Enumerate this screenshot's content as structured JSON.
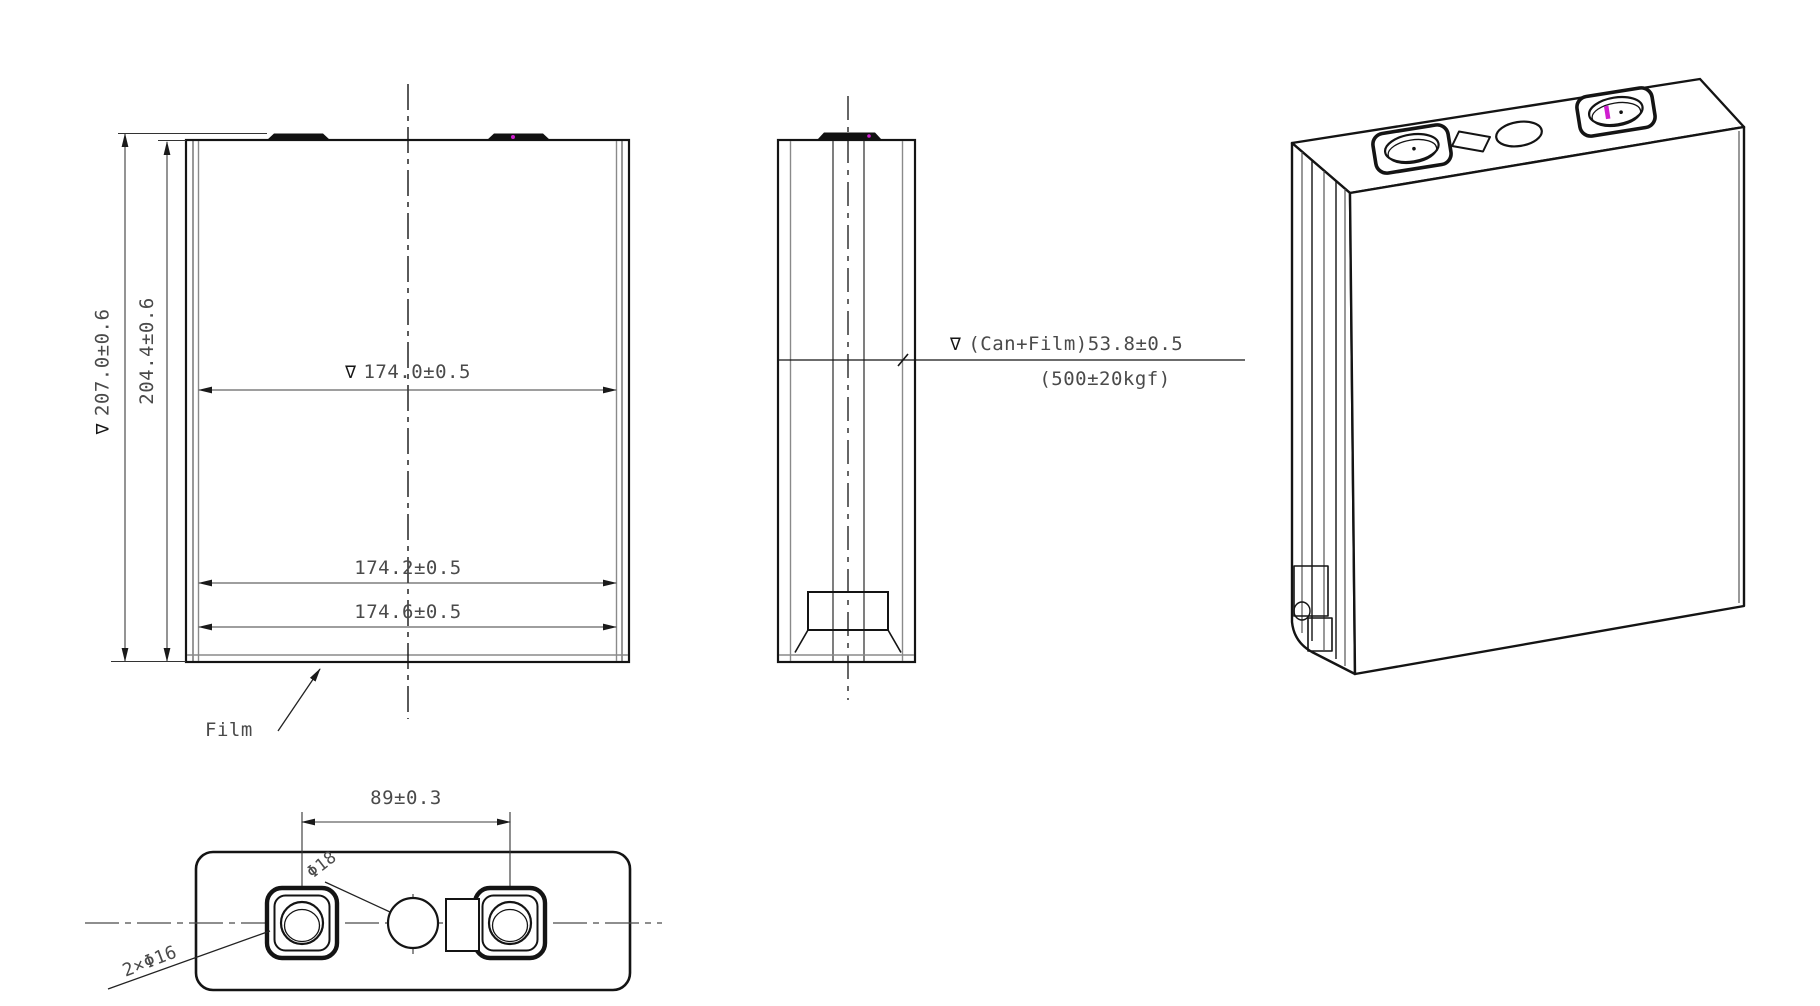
{
  "drawing": {
    "front_view": {
      "height_total": {
        "symbol": "∇",
        "value": "207.0±0.6"
      },
      "height_can": {
        "value": "204.4±0.6"
      },
      "width_top": {
        "symbol": "∇",
        "value": "174.0±0.5"
      },
      "width_mid": {
        "value": "174.2±0.5"
      },
      "width_bot": {
        "value": "174.6±0.5"
      },
      "film_label": "Film"
    },
    "side_view": {
      "thickness": {
        "symbol": "∇",
        "value": "(Can+Film)53.8±0.5"
      },
      "force": "(500±20kgf)"
    },
    "bottom_view": {
      "terminal_pitch": "89±0.3",
      "vent_diameter": "Φ18",
      "terminal_diameter": "2×Φ16"
    }
  },
  "colors": {
    "line": "#141414",
    "gray_line": "#8a8a8a",
    "dim_text": "#4a4a4a",
    "magenta": "#cf1ecf"
  }
}
